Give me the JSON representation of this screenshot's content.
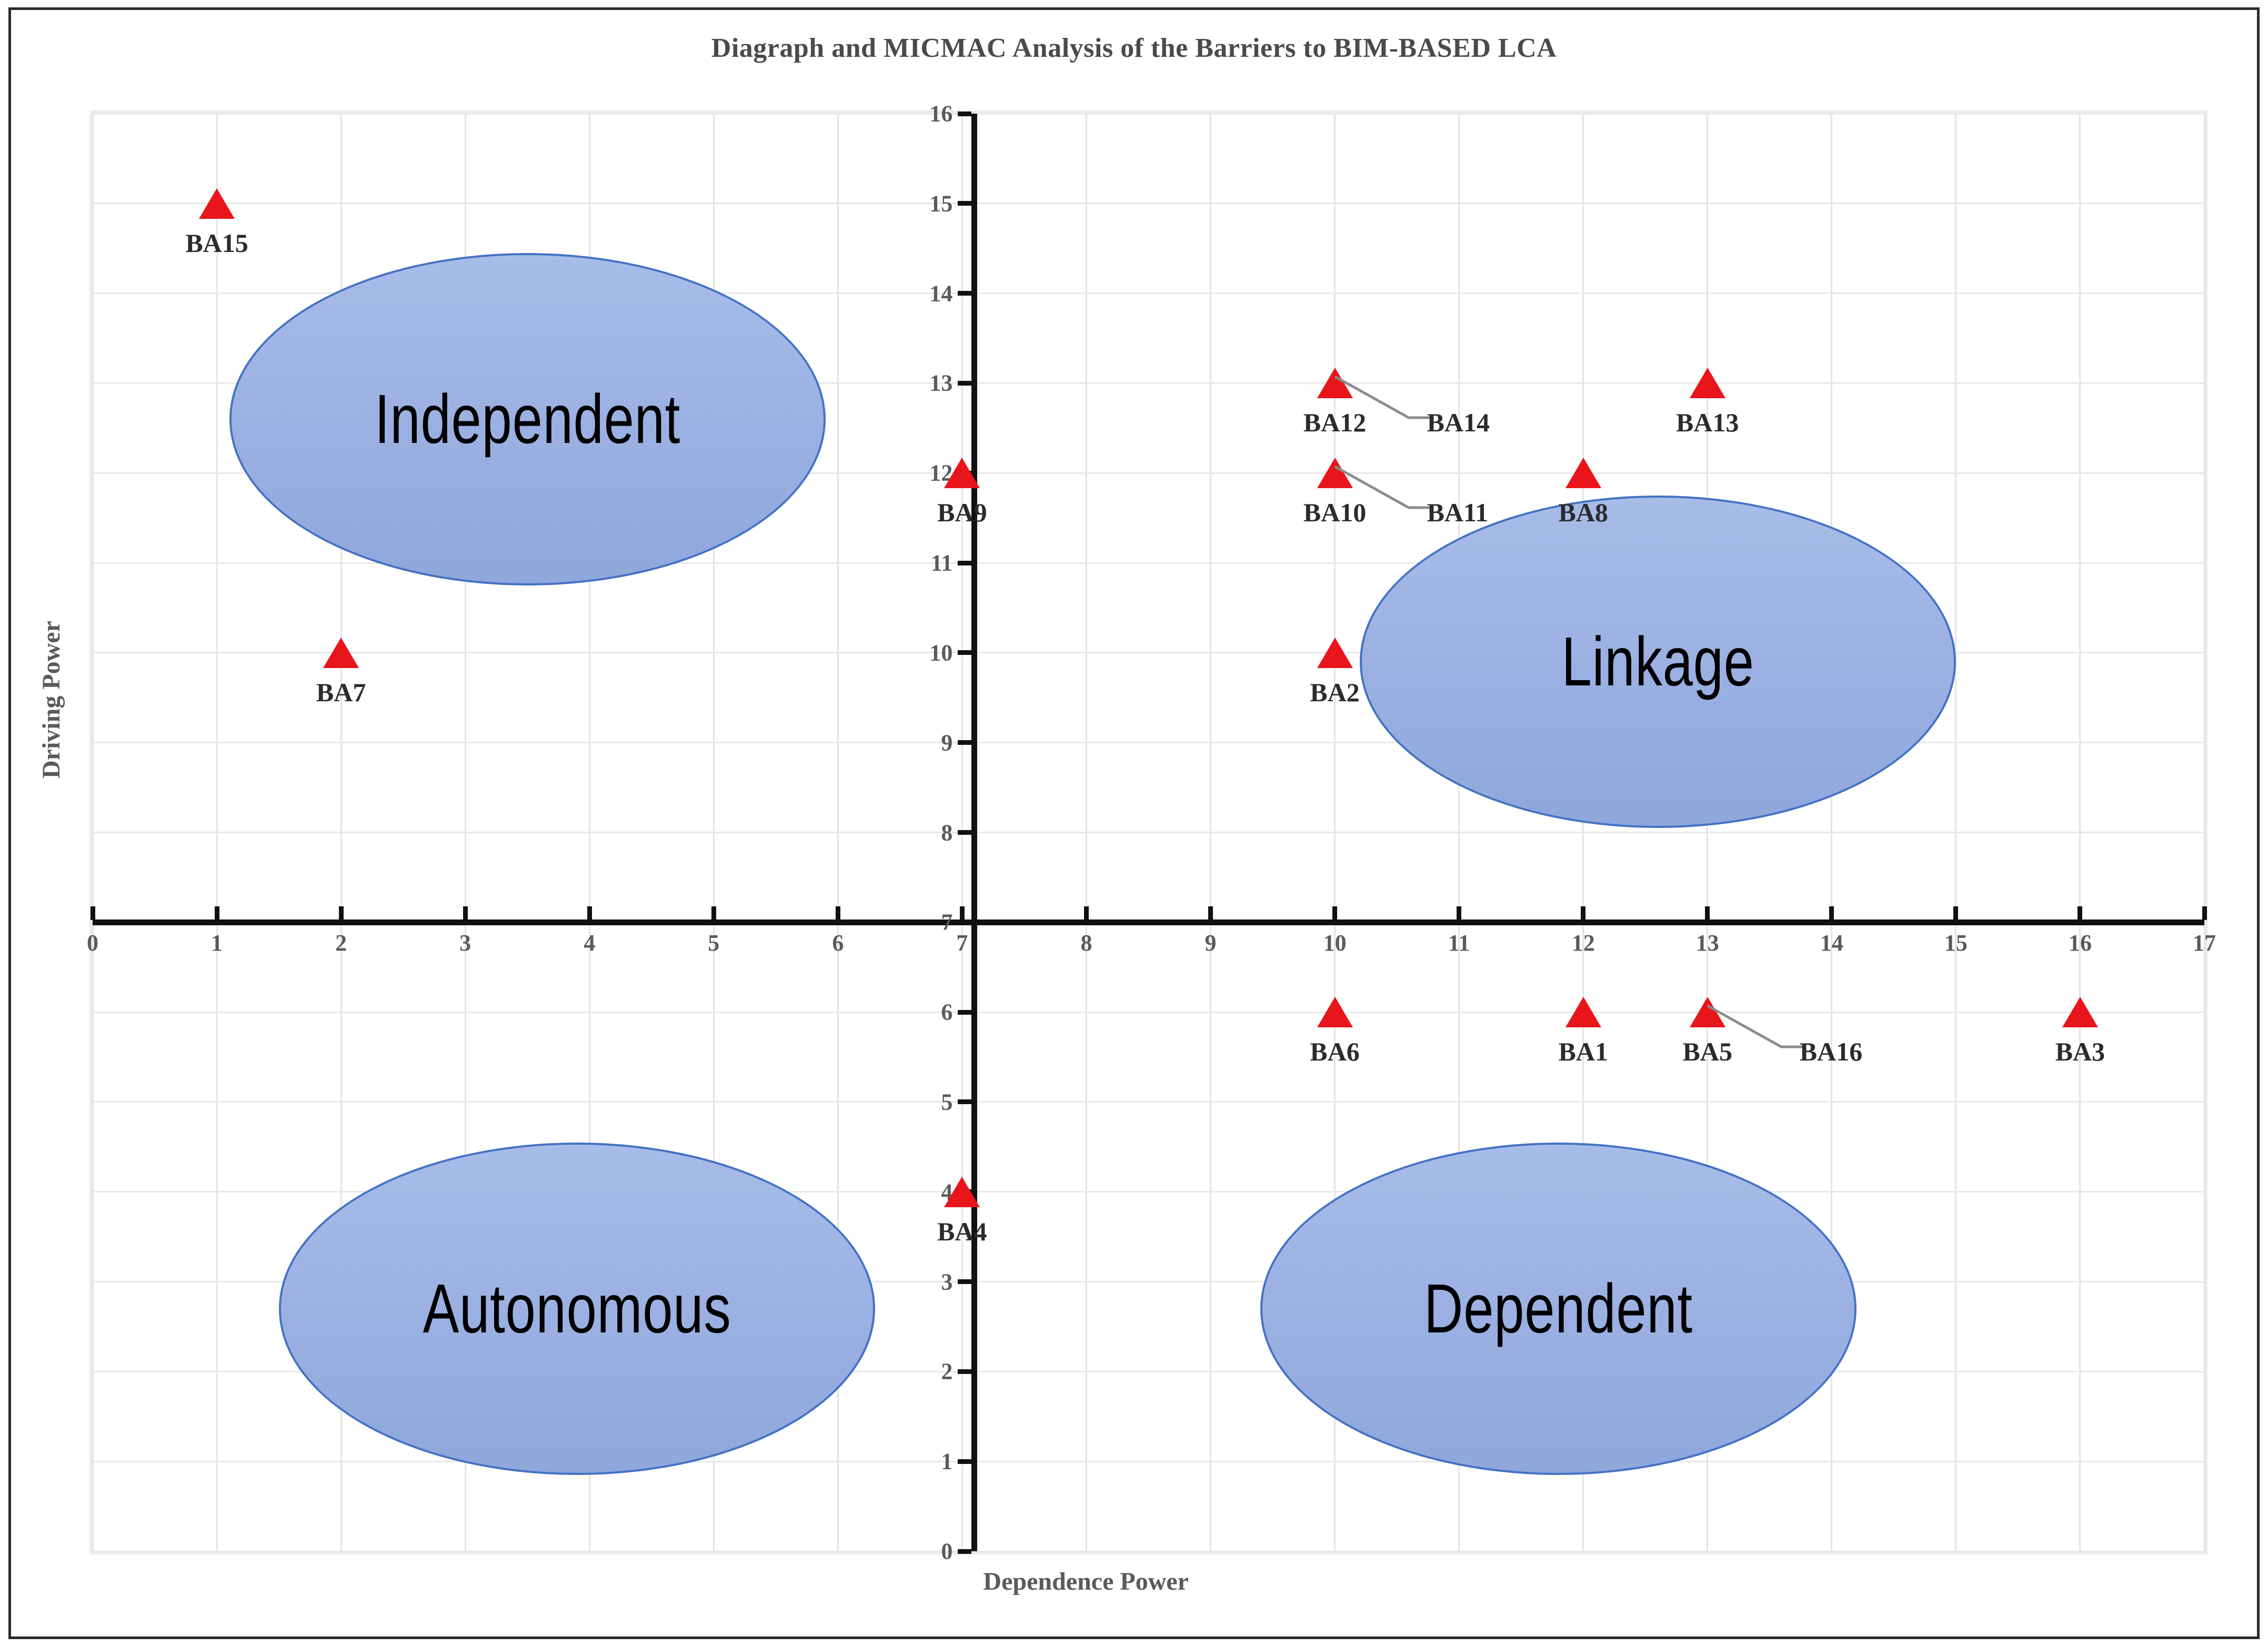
{
  "chart_data": {
    "type": "scatter",
    "title": "Diagraph and MICMAC Analysis of the Barriers to BIM-BASED LCA",
    "xlabel": "Dependence  Power",
    "ylabel": "Driving Power",
    "xlim": [
      0,
      17
    ],
    "ylim": [
      0,
      16
    ],
    "xticks": [
      0,
      1,
      2,
      3,
      4,
      5,
      6,
      7,
      8,
      9,
      10,
      11,
      12,
      13,
      14,
      15,
      16,
      17
    ],
    "yticks": [
      0,
      1,
      2,
      3,
      4,
      5,
      6,
      7,
      8,
      9,
      10,
      11,
      12,
      13,
      14,
      15,
      16
    ],
    "grid": true,
    "legend": "none",
    "axis_origin": {
      "x": 7,
      "y": 7
    },
    "marker_shape": "triangle",
    "marker_color": "#E8151B",
    "points": [
      {
        "label": "BA15",
        "x": 1,
        "y": 15,
        "label_pos": "below"
      },
      {
        "label": "BA7",
        "x": 2,
        "y": 10,
        "label_pos": "below"
      },
      {
        "label": "BA9",
        "x": 7,
        "y": 12,
        "label_pos": "below"
      },
      {
        "label": "BA4",
        "x": 7,
        "y": 4,
        "label_pos": "below"
      },
      {
        "label": "BA12",
        "x": 10,
        "y": 13,
        "label_pos": "below"
      },
      {
        "label": "BA10",
        "x": 10,
        "y": 12,
        "label_pos": "below"
      },
      {
        "label": "BA2",
        "x": 10,
        "y": 10,
        "label_pos": "below"
      },
      {
        "label": "BA6",
        "x": 10,
        "y": 6,
        "label_pos": "below"
      },
      {
        "label": "BA8",
        "x": 12,
        "y": 12,
        "label_pos": "below"
      },
      {
        "label": "BA1",
        "x": 12,
        "y": 6,
        "label_pos": "below"
      },
      {
        "label": "BA13",
        "x": 13,
        "y": 13,
        "label_pos": "below"
      },
      {
        "label": "BA5",
        "x": 13,
        "y": 6,
        "label_pos": "below"
      },
      {
        "label": "BA3",
        "x": 16,
        "y": 6,
        "label_pos": "below"
      }
    ],
    "callout_labels": [
      {
        "label": "BA14",
        "x": 10,
        "y": 13,
        "shares_marker_with": "BA12"
      },
      {
        "label": "BA11",
        "x": 10,
        "y": 12,
        "shares_marker_with": "BA10"
      },
      {
        "label": "BA16",
        "x": 13,
        "y": 6,
        "shares_marker_with": "BA5"
      }
    ],
    "zones": [
      {
        "name": "Independent",
        "quadrant": "top-left",
        "cx": 3.5,
        "cy": 12.6,
        "rx": 2.4,
        "ry": 1.85
      },
      {
        "name": "Linkage",
        "quadrant": "top-right",
        "cx": 12.6,
        "cy": 9.9,
        "rx": 2.4,
        "ry": 1.85
      },
      {
        "name": "Autonomous",
        "quadrant": "bottom-left",
        "cx": 3.9,
        "cy": 2.7,
        "rx": 2.4,
        "ry": 1.85
      },
      {
        "name": "Dependent",
        "quadrant": "bottom-right",
        "cx": 11.8,
        "cy": 2.7,
        "rx": 2.4,
        "ry": 1.85
      }
    ],
    "colors": {
      "marker": "#E8151B",
      "zone_fill": "#9DB2E3",
      "zone_border": "#4472C4",
      "axis": "#111111",
      "grid": "#e4e4e4",
      "text": "#5a5a5a",
      "frame": "#2b2b2b"
    }
  }
}
